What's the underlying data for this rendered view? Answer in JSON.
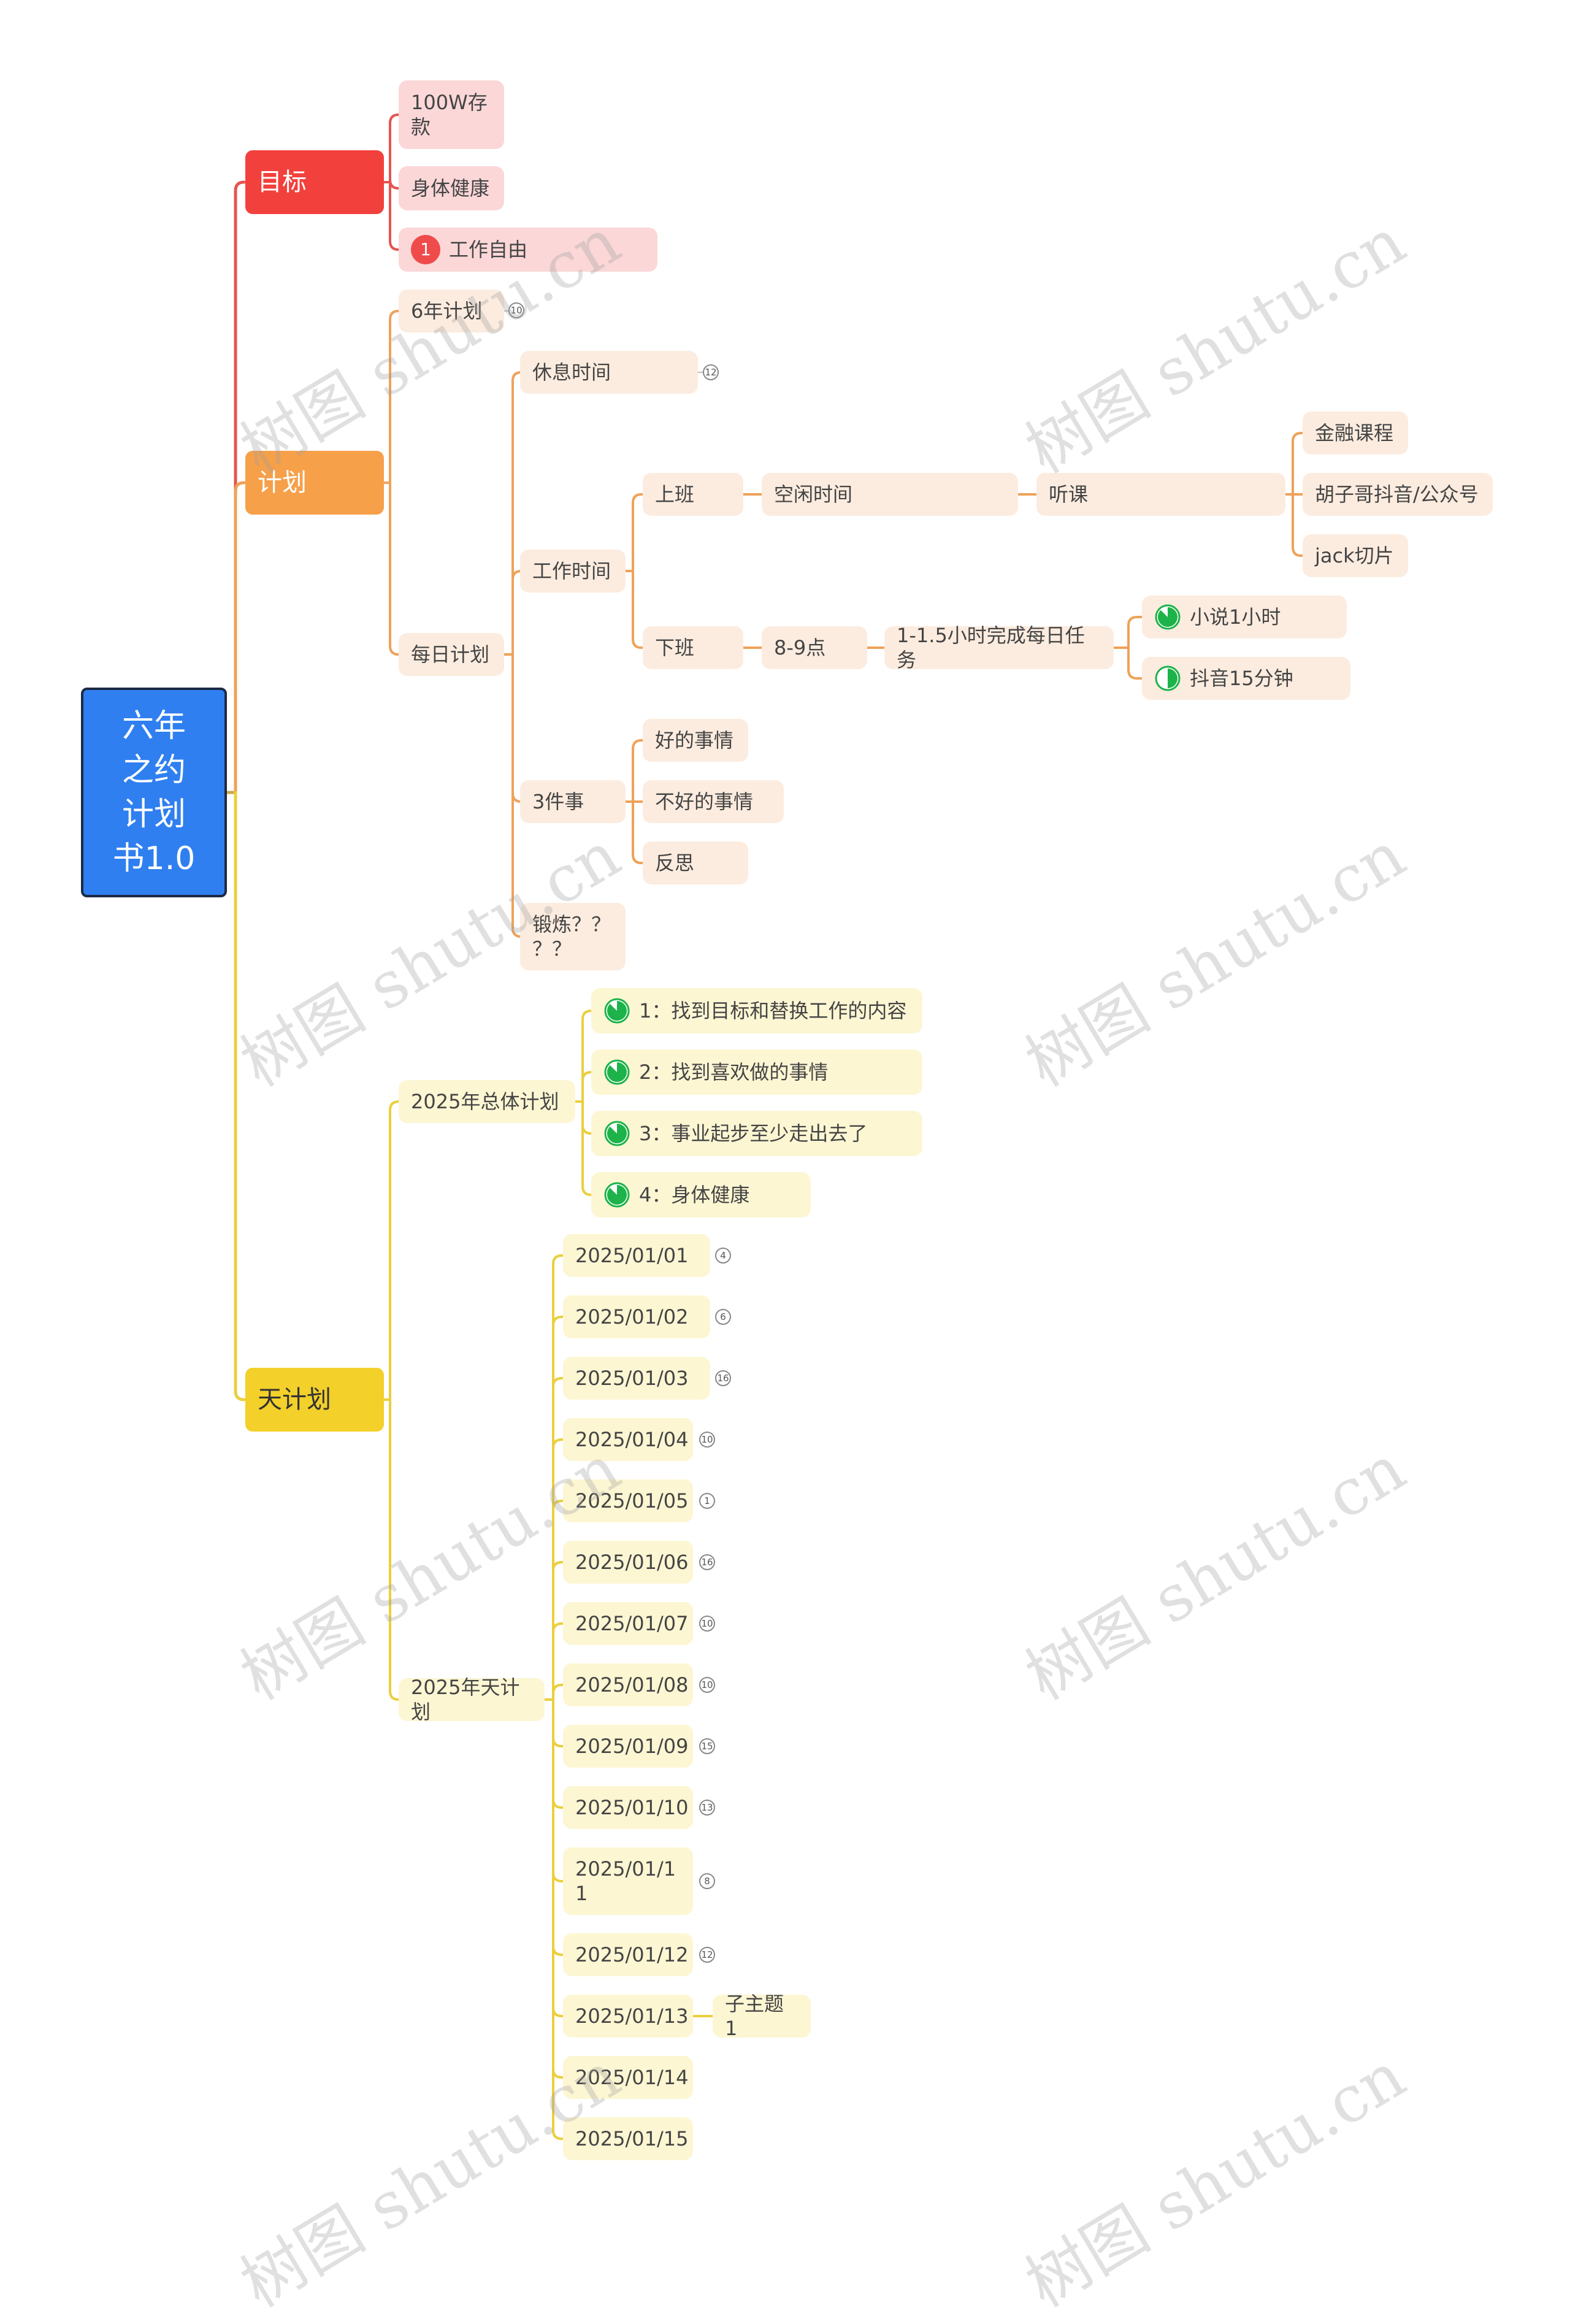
{
  "root": {
    "label": "六年\n之约\n计划\n书1.0"
  },
  "branches": {
    "goal": {
      "label": "目标",
      "items": [
        "100W存\n款",
        "身体健康",
        "工作自由"
      ],
      "priority": "1"
    },
    "plan": {
      "label": "计划",
      "six_year": {
        "label": "6年计划",
        "count": "10"
      },
      "daily": {
        "label": "每日计划",
        "rest": {
          "label": "休息时间",
          "count": "12"
        },
        "work": {
          "label": "工作时间",
          "onduty": {
            "label": "上班",
            "idle": "空闲时间",
            "listen": "听课",
            "courses": [
              "金融课程",
              "胡子哥抖音/公众号",
              "jack切片"
            ]
          },
          "offduty": {
            "label": "下班",
            "time": "8-9点",
            "task": "1-1.5小时完成每日任务",
            "subs": [
              "小说1小时",
              "抖音15分钟"
            ],
            "sub_progress": [
              0.875,
              0.5
            ]
          }
        },
        "three": {
          "label": "3件事",
          "items": [
            "好的事情",
            "不好的事情",
            "反思"
          ]
        },
        "exercise": {
          "label": "锻炼？？\n？？"
        }
      }
    },
    "day": {
      "label": "天计划",
      "overall": {
        "label": "2025年总体计划",
        "items": [
          "1：找到目标和替换工作的内容",
          "2：找到喜欢做的事情",
          "3：事业起步至少走出去了",
          "4：身体健康"
        ],
        "progress": [
          0.875,
          0.875,
          0.875,
          0.875
        ]
      },
      "yearly": {
        "label": "2025年天计划",
        "dates": [
          {
            "label": "2025/01/01",
            "count": "4"
          },
          {
            "label": "2025/01/02",
            "count": "6"
          },
          {
            "label": "2025/01/03",
            "count": "16"
          },
          {
            "label": "2025/01/04",
            "count": "10"
          },
          {
            "label": "2025/01/05",
            "count": "1"
          },
          {
            "label": "2025/01/06",
            "count": "16"
          },
          {
            "label": "2025/01/07",
            "count": "10"
          },
          {
            "label": "2025/01/08",
            "count": "10"
          },
          {
            "label": "2025/01/09",
            "count": "15"
          },
          {
            "label": "2025/01/10",
            "count": "13"
          },
          {
            "label": "2025/01/1\n1",
            "count": "8"
          },
          {
            "label": "2025/01/12",
            "count": "12"
          },
          {
            "label": "2025/01/13",
            "count": "",
            "child": "子主题 1"
          },
          {
            "label": "2025/01/14",
            "count": ""
          },
          {
            "label": "2025/01/15",
            "count": ""
          }
        ]
      }
    }
  },
  "colors": {
    "red": "#f2403c",
    "orange": "#f6a04a",
    "yellow": "#f3d02a",
    "root": "#2f7ff0",
    "progress": "#1db34a"
  },
  "watermark": "树图 shutu.cn"
}
